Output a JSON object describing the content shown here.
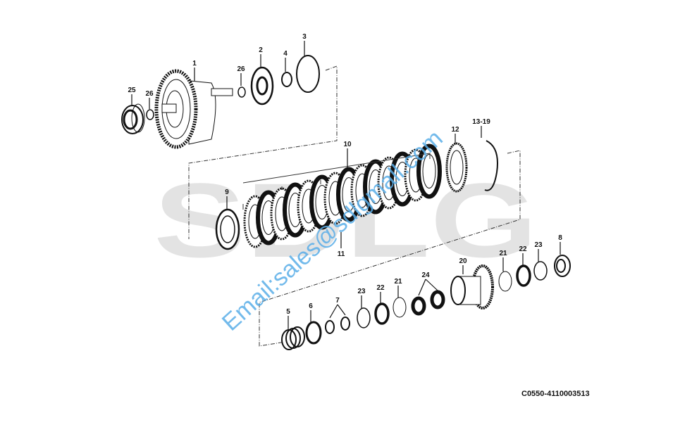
{
  "watermark": {
    "brand": "SDLG",
    "email": "Email:sales@sdlgmall.com"
  },
  "drawing_code": "C0550-4110003513",
  "callouts": {
    "c1": "1",
    "c2": "2",
    "c3": "3",
    "c4": "4",
    "c26a": "26",
    "c25": "25",
    "c26b": "26",
    "c10": "10",
    "c12": "12",
    "c13_19": "13-19",
    "c9": "9",
    "c11": "11",
    "c20": "20",
    "c21a": "21",
    "c22a": "22",
    "c23a": "23",
    "c8": "8",
    "c5": "5",
    "c6": "6",
    "c7": "7",
    "c23b": "23",
    "c22b": "22",
    "c21b": "21",
    "c24": "24"
  }
}
